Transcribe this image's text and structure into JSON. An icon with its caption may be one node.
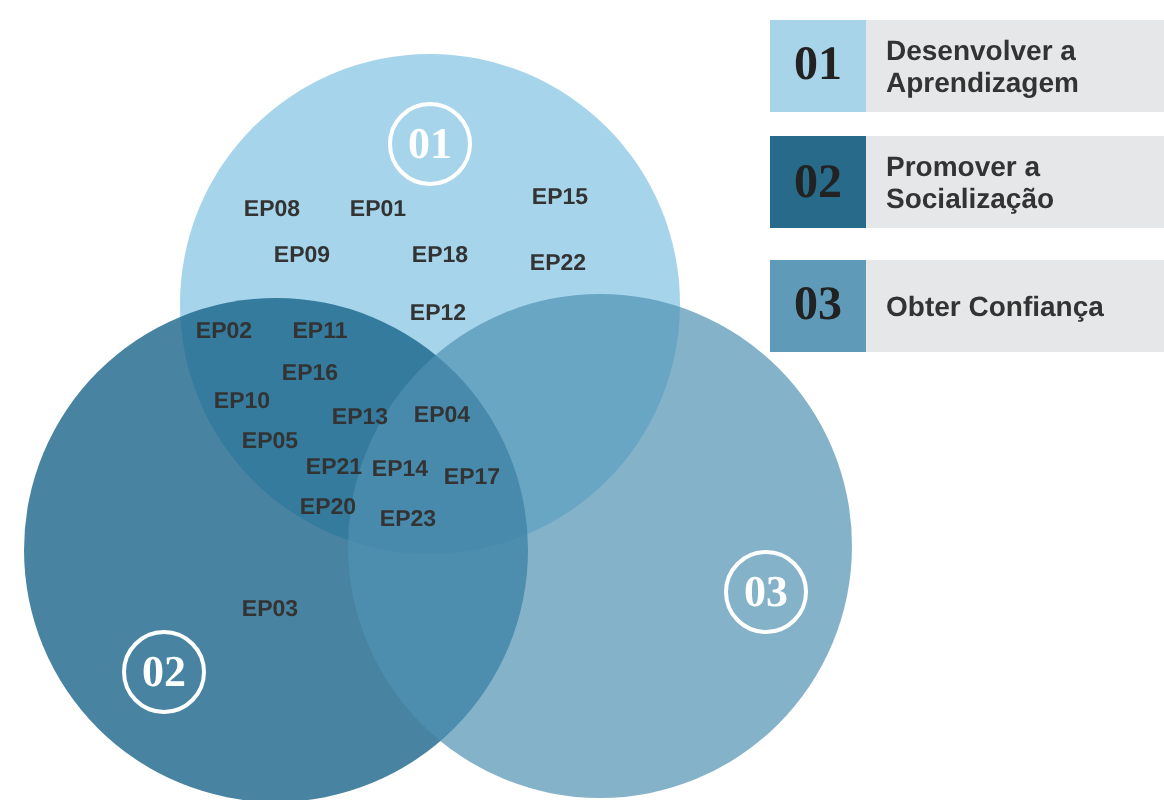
{
  "diagram": {
    "nodes": [
      {
        "text": [
          "01"
        ]
      },
      {
        "text": [
          "02"
        ]
      },
      {
        "text": [
          "03"
        ]
      }
    ],
    "labels": [
      "01",
      "02",
      "03",
      "EP15",
      "EP08",
      "EP01",
      "EP09",
      "EP18",
      "EP22",
      "EP12",
      "EP02",
      "EP11",
      "EP16",
      "EP10",
      "EP13",
      "EP04",
      "EP05",
      "EP21",
      "EP14",
      "EP17",
      "EP20",
      "EP23",
      "EP03"
    ],
    "legend": [
      {
        "text": "Desenvolver a Aprendizagem",
        "color": "#a8d4ea"
      },
      {
        "text": "Promover a Socialização",
        "color": "#276a8a"
      },
      {
        "text": "Obter Confiança",
        "color": "#5f9bb8"
      }
    ]
  }
}
